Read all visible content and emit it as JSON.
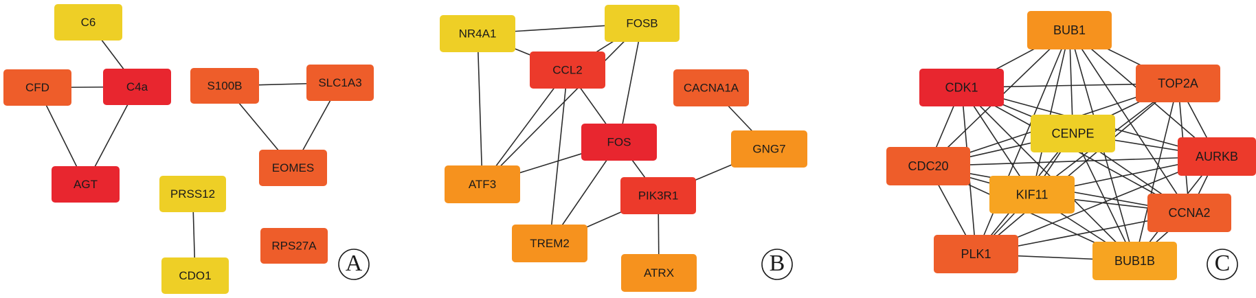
{
  "colors": {
    "red": "#e8262f",
    "red_orange": "#ec3a2b",
    "dark_orange": "#ee5d2a",
    "orange": "#f6921e",
    "light_orange": "#f7a421",
    "yellow": "#eecf26"
  },
  "panels": [
    {
      "label": "A",
      "nodes": [
        {
          "id": "C6",
          "label": "C6",
          "color": "yellow"
        },
        {
          "id": "CFD",
          "label": "CFD",
          "color": "dark_orange"
        },
        {
          "id": "C4a",
          "label": "C4a",
          "color": "red"
        },
        {
          "id": "AGT",
          "label": "AGT",
          "color": "red"
        },
        {
          "id": "S100B",
          "label": "S100B",
          "color": "dark_orange"
        },
        {
          "id": "SLC1A3",
          "label": "SLC1A3",
          "color": "dark_orange"
        },
        {
          "id": "EOMES",
          "label": "EOMES",
          "color": "dark_orange"
        },
        {
          "id": "PRSS12",
          "label": "PRSS12",
          "color": "yellow"
        },
        {
          "id": "CDO1",
          "label": "CDO1",
          "color": "yellow"
        },
        {
          "id": "RPS27A",
          "label": "RPS27A",
          "color": "dark_orange"
        }
      ],
      "edges": [
        [
          "C6",
          "C4a"
        ],
        [
          "CFD",
          "C4a"
        ],
        [
          "CFD",
          "AGT"
        ],
        [
          "C4a",
          "AGT"
        ],
        [
          "S100B",
          "SLC1A3"
        ],
        [
          "S100B",
          "EOMES"
        ],
        [
          "SLC1A3",
          "EOMES"
        ],
        [
          "PRSS12",
          "CDO1"
        ]
      ]
    },
    {
      "label": "B",
      "nodes": [
        {
          "id": "NR4A1",
          "label": "NR4A1",
          "color": "yellow"
        },
        {
          "id": "FOSB",
          "label": "FOSB",
          "color": "yellow"
        },
        {
          "id": "CCL2",
          "label": "CCL2",
          "color": "red_orange"
        },
        {
          "id": "CACNA1A",
          "label": "CACNA1A",
          "color": "dark_orange"
        },
        {
          "id": "FOS",
          "label": "FOS",
          "color": "red"
        },
        {
          "id": "GNG7",
          "label": "GNG7",
          "color": "orange"
        },
        {
          "id": "ATF3",
          "label": "ATF3",
          "color": "orange"
        },
        {
          "id": "PIK3R1",
          "label": "PIK3R1",
          "color": "red_orange"
        },
        {
          "id": "TREM2",
          "label": "TREM2",
          "color": "orange"
        },
        {
          "id": "ATRX",
          "label": "ATRX",
          "color": "orange"
        }
      ],
      "edges": [
        [
          "NR4A1",
          "FOSB"
        ],
        [
          "NR4A1",
          "CCL2"
        ],
        [
          "NR4A1",
          "ATF3"
        ],
        [
          "FOSB",
          "CCL2"
        ],
        [
          "FOSB",
          "FOS"
        ],
        [
          "FOSB",
          "ATF3"
        ],
        [
          "CCL2",
          "FOS"
        ],
        [
          "CCL2",
          "ATF3"
        ],
        [
          "CCL2",
          "TREM2"
        ],
        [
          "FOS",
          "ATF3"
        ],
        [
          "FOS",
          "PIK3R1"
        ],
        [
          "FOS",
          "TREM2"
        ],
        [
          "CACNA1A",
          "GNG7"
        ],
        [
          "GNG7",
          "PIK3R1"
        ],
        [
          "PIK3R1",
          "TREM2"
        ],
        [
          "PIK3R1",
          "ATRX"
        ]
      ]
    },
    {
      "label": "C",
      "nodes": [
        {
          "id": "BUB1",
          "label": "BUB1",
          "color": "orange"
        },
        {
          "id": "CDK1",
          "label": "CDK1",
          "color": "red"
        },
        {
          "id": "TOP2A",
          "label": "TOP2A",
          "color": "dark_orange"
        },
        {
          "id": "CENPE",
          "label": "CENPE",
          "color": "yellow"
        },
        {
          "id": "CDC20",
          "label": "CDC20",
          "color": "dark_orange"
        },
        {
          "id": "AURKB",
          "label": "AURKB",
          "color": "red_orange"
        },
        {
          "id": "KIF11",
          "label": "KIF11",
          "color": "light_orange"
        },
        {
          "id": "CCNA2",
          "label": "CCNA2",
          "color": "dark_orange"
        },
        {
          "id": "PLK1",
          "label": "PLK1",
          "color": "dark_orange"
        },
        {
          "id": "BUB1B",
          "label": "BUB1B",
          "color": "light_orange"
        }
      ],
      "edges": "complete"
    }
  ]
}
